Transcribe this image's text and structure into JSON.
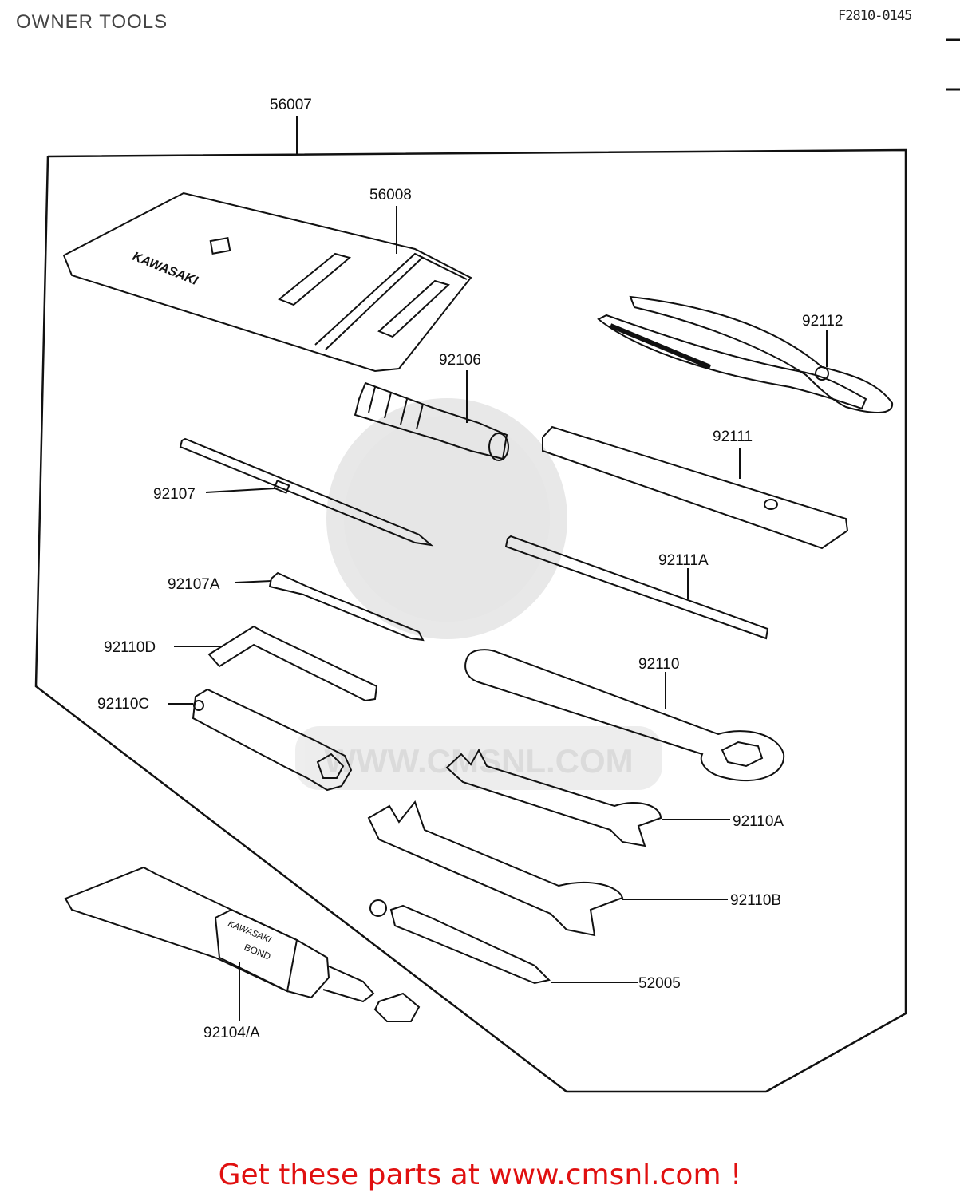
{
  "header": {
    "title": "OWNER TOOLS",
    "figure_code": "F2810-0145"
  },
  "watermark": {
    "text": "WWW.CMSNL.COM"
  },
  "parts": {
    "p56007": "56007",
    "p56008": "56008",
    "p92112": "92112",
    "p92106": "92106",
    "p92111": "92111",
    "p92107": "92107",
    "p92111A": "92111A",
    "p92107A": "92107A",
    "p92110D": "92110D",
    "p92110": "92110",
    "p92110C": "92110C",
    "p92110A": "92110A",
    "p92110B": "92110B",
    "p52005": "52005",
    "p92104A": "92104/A"
  },
  "pouch_brand": "KAWASAKI",
  "tube_label": {
    "line1": "KAWASAKI",
    "line2": "BOND"
  },
  "footer": {
    "text": "Get these parts at www.cmsnl.com !"
  },
  "colors": {
    "footer": "#e01010",
    "line": "#111111",
    "watermark": "#e4e4e4"
  }
}
